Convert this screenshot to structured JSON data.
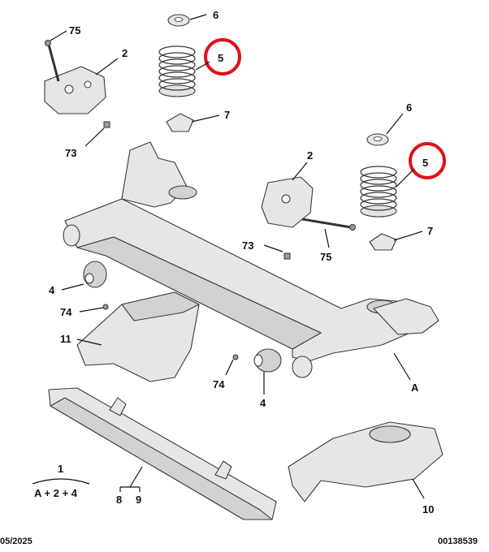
{
  "callouts": {
    "c75a": "75",
    "c2a": "2",
    "c73a": "73",
    "c6a": "6",
    "c5a": "5",
    "c7a": "7",
    "c6b": "6",
    "c5b": "5",
    "c7b": "7",
    "c2b": "2",
    "c73b": "73",
    "c75b": "75",
    "c4a": "4",
    "c74a": "74",
    "c11": "11",
    "c74b": "74",
    "c4b": "4",
    "cA": "A",
    "c1": "1",
    "c1sub": "A + 2 + 4",
    "c8": "8",
    "c9": "9",
    "c10": "10"
  },
  "footer": {
    "date": "05/2025",
    "ref": "00138539"
  },
  "highlight_color": "#e0101a"
}
